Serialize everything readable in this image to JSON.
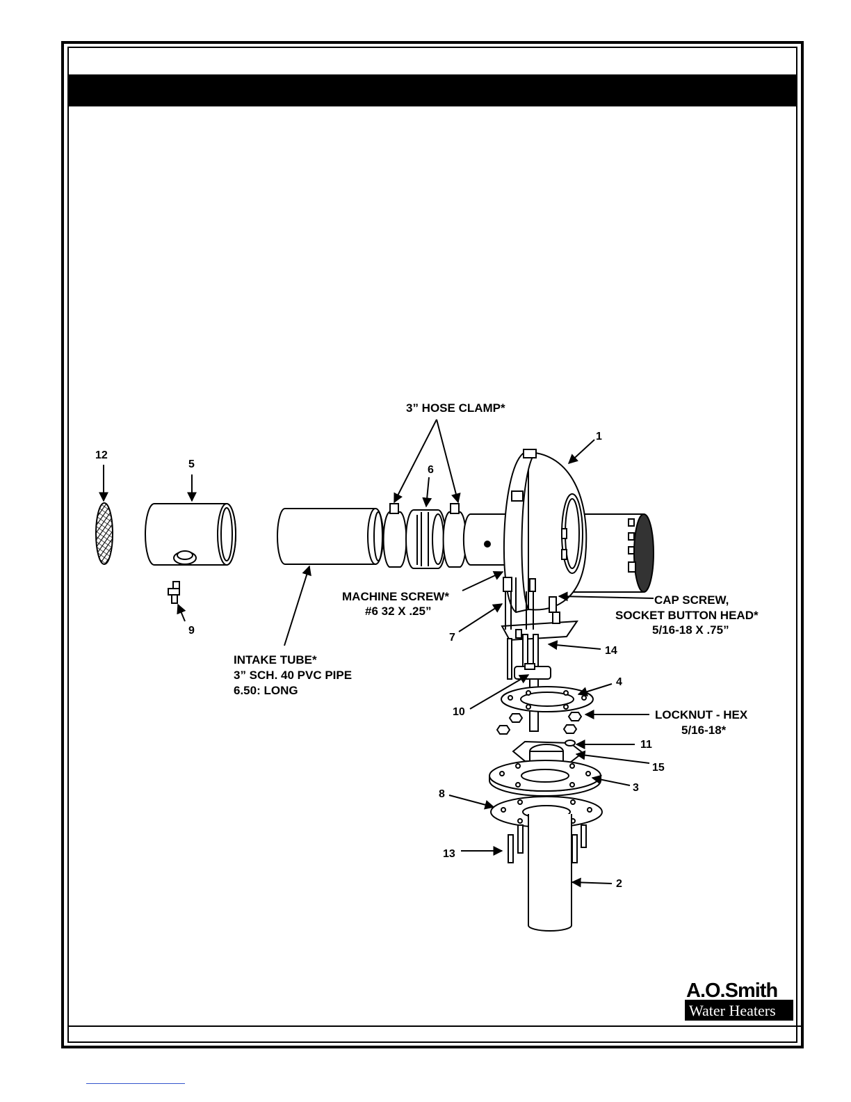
{
  "labels": {
    "hose_clamp": "3” HOSE CLAMP*",
    "machine_screw_1": "MACHINE SCREW*",
    "machine_screw_2": "#6 32 X .25”",
    "cap_screw_1": "CAP SCREW,",
    "cap_screw_2": "SOCKET BUTTON HEAD*",
    "cap_screw_3": "5/16-18 X .75”",
    "intake_tube_1": "INTAKE TUBE*",
    "intake_tube_2": "3” SCH. 40 PVC PIPE",
    "intake_tube_3": "6.50: LONG",
    "locknut_1": "LOCKNUT - HEX",
    "locknut_2": "5/16-18*"
  },
  "callouts": {
    "n1": "1",
    "n2": "2",
    "n3": "3",
    "n4": "4",
    "n5": "5",
    "n6": "6",
    "n7": "7",
    "n8": "8",
    "n9": "9",
    "n10": "10",
    "n11": "11",
    "n12": "12",
    "n13": "13",
    "n14": "14",
    "n15": "15"
  },
  "logo": {
    "name": "A.O.Smith",
    "tagline": "Water Heaters"
  }
}
